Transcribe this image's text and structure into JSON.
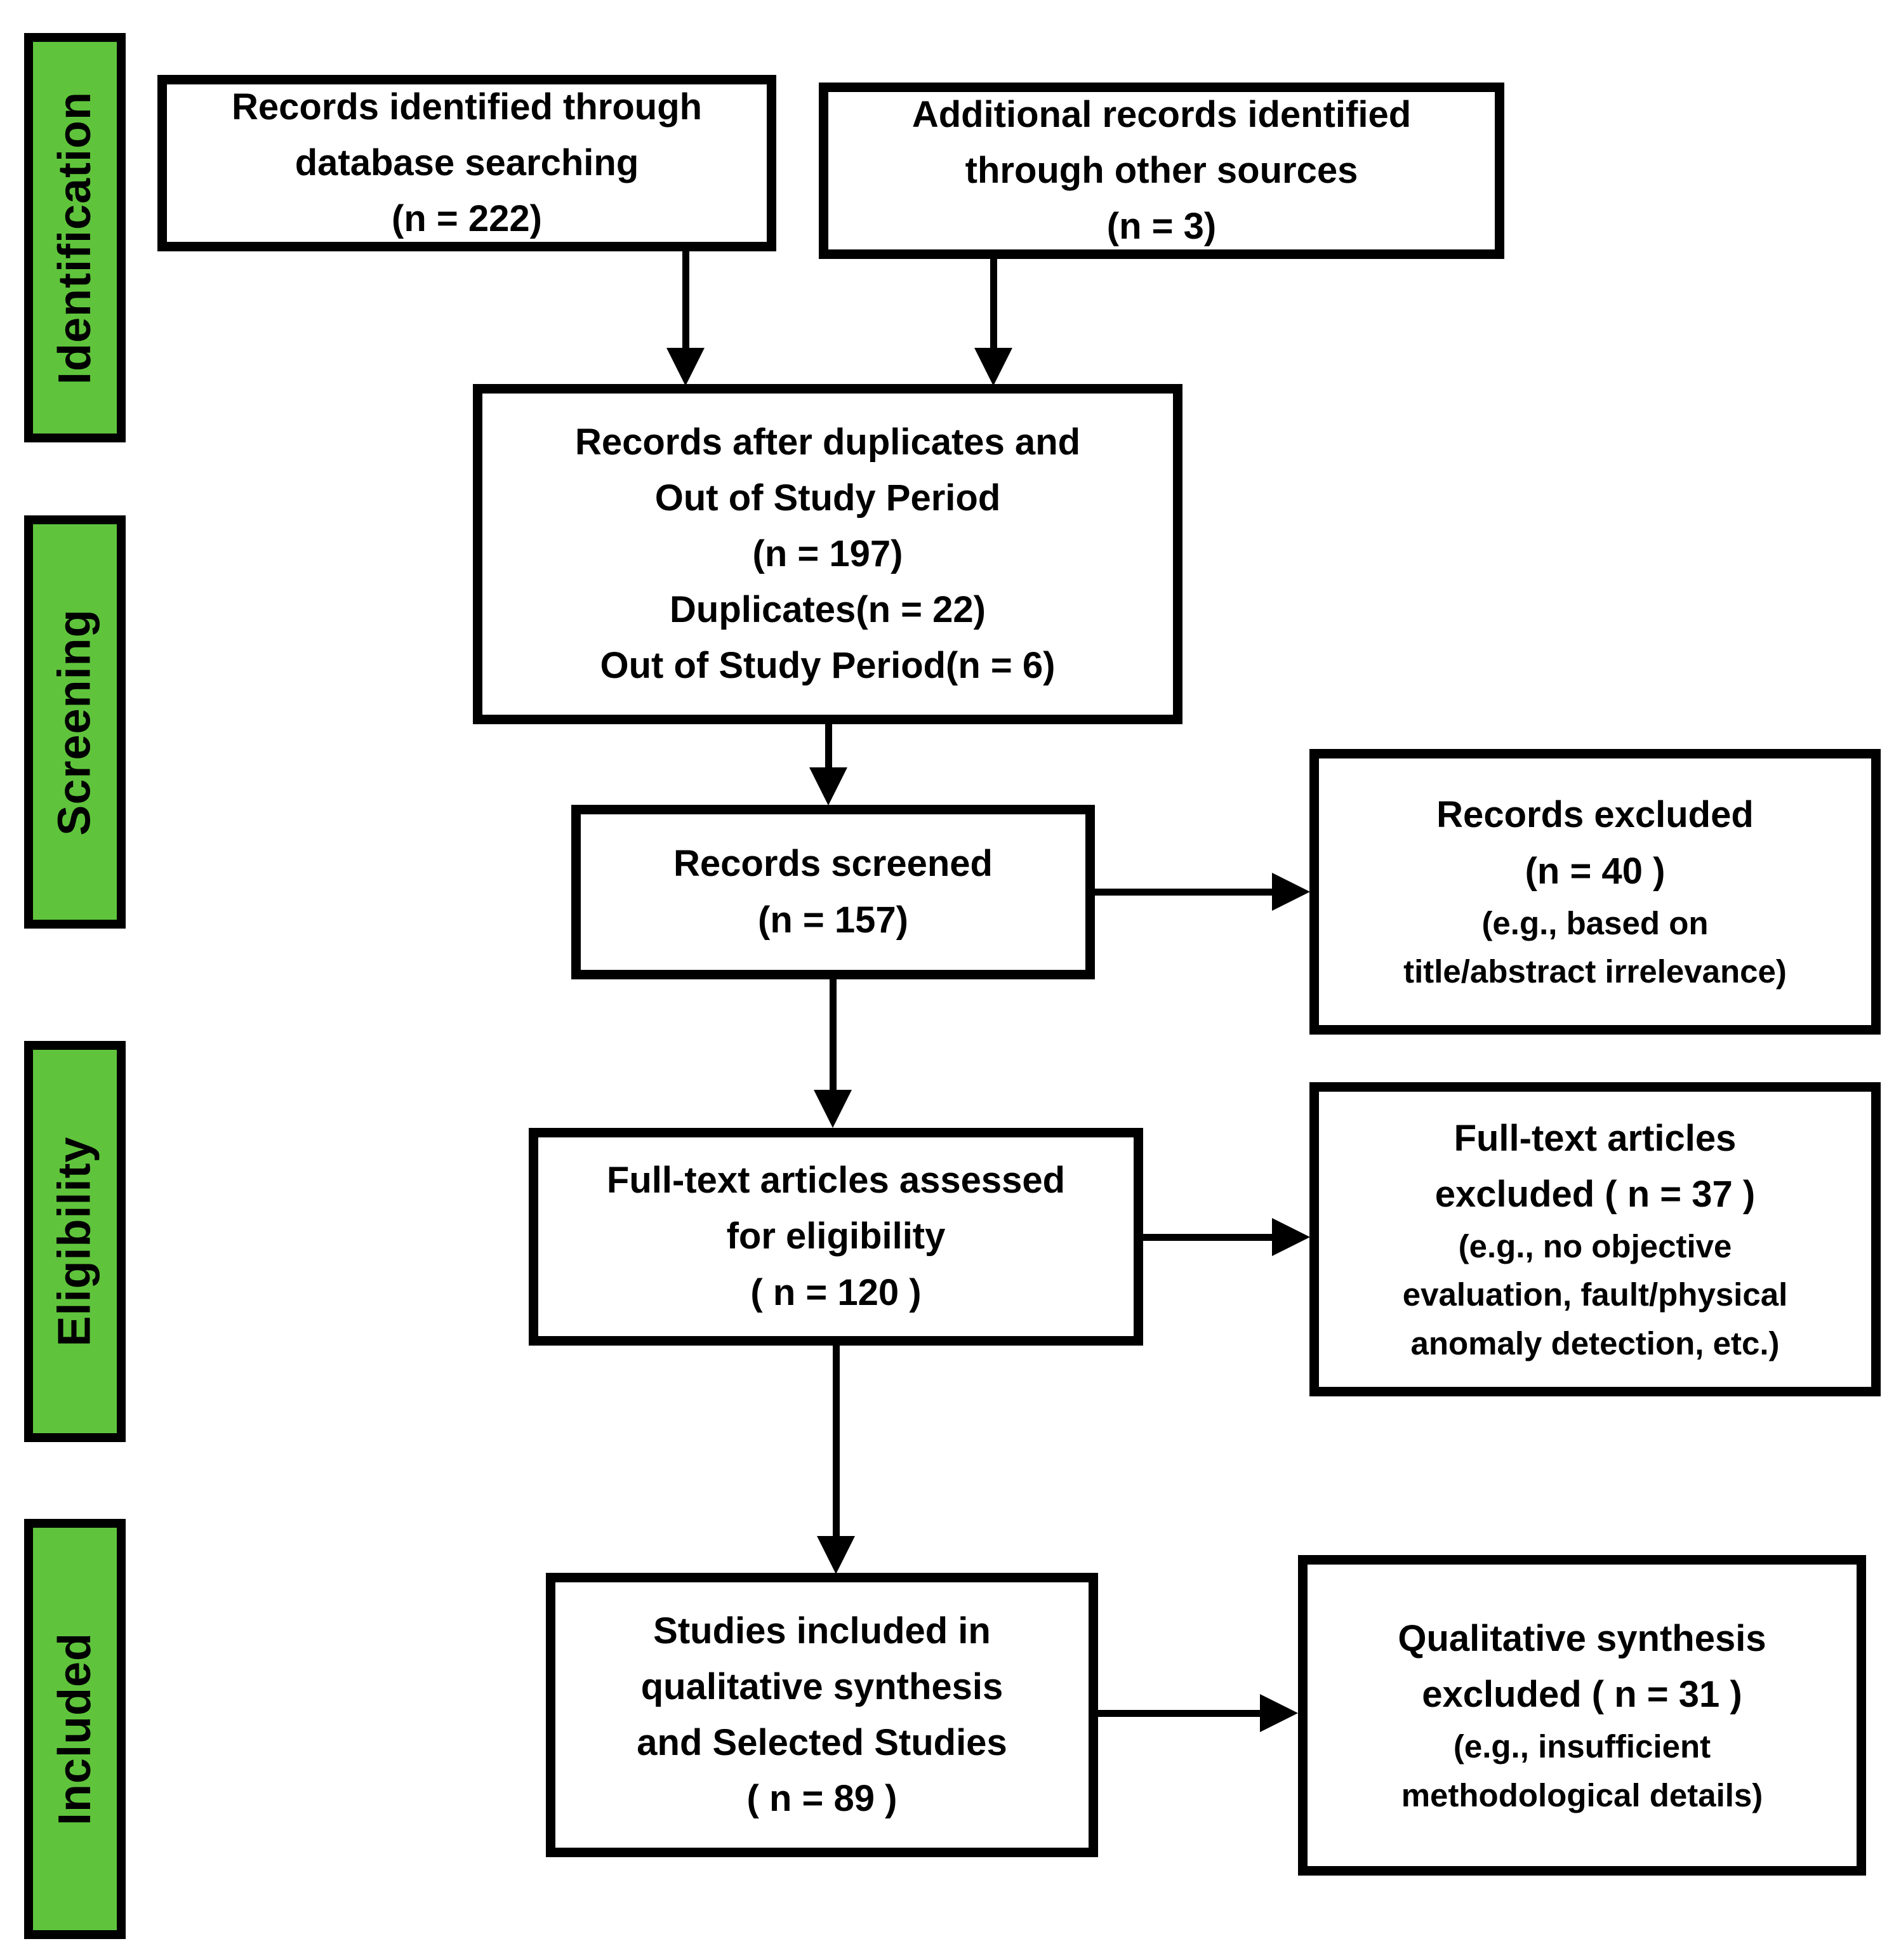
{
  "colors": {
    "stage_green": "#5fc43c",
    "line_black": "#000000",
    "box_background": "#ffffff"
  },
  "sidebar": {
    "stages": [
      {
        "label": "Identification"
      },
      {
        "label": "Screening"
      },
      {
        "label": "Eligibility"
      },
      {
        "label": "Included"
      }
    ]
  },
  "boxes": {
    "records_db": {
      "text": "Records identified through\ndatabase searching\n(n = 222)"
    },
    "additional": {
      "text": "Additional records identified\nthrough other sources\n(n = 3)"
    },
    "dedup": {
      "text": "Records after duplicates and\nOut of Study Period\n(n = 197)\nDuplicates(n = 22)\nOut of Study Period(n = 6)"
    },
    "screened": {
      "text": "Records screened\n(n = 157)"
    },
    "records_excluded": {
      "title": "Records excluded\n(n = 40 )",
      "note": "(e.g., based on\ntitle/abstract irrelevance)"
    },
    "fulltext_assessed": {
      "text": "Full-text articles assessed\nfor eligibility\n( n = 120 )"
    },
    "fulltext_excluded": {
      "title": "Full-text articles\nexcluded ( n = 37 )",
      "note": "(e.g., no objective\nevaluation, fault/physical\nanomaly detection, etc.)"
    },
    "studies_included": {
      "text": "Studies included in\nqualitative synthesis\nand Selected Studies\n( n = 89 )"
    },
    "qualitative_excluded": {
      "title": "Qualitative synthesis\nexcluded ( n = 31 )",
      "note": "(e.g., insufficient\nmethodological details)"
    }
  }
}
